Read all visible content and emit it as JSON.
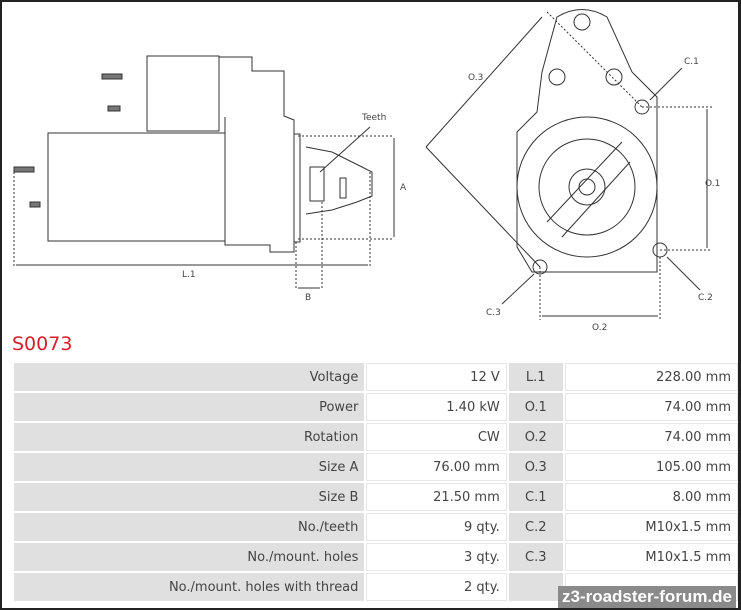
{
  "diagram": {
    "teeth": "Teeth",
    "a": "A",
    "l1": "L.1",
    "b": "B",
    "o3": "O.3",
    "c1": "C.1",
    "o1": "O.1",
    "c2": "C.2",
    "c3": "C.3",
    "o2": "O.2"
  },
  "title": "S0073",
  "rows": [
    {
      "label": "Voltage",
      "value": "12 V",
      "code": "L.1",
      "dim": "228.00 mm"
    },
    {
      "label": "Power",
      "value": "1.40 kW",
      "code": "O.1",
      "dim": "74.00 mm"
    },
    {
      "label": "Rotation",
      "value": "CW",
      "code": "O.2",
      "dim": "74.00 mm"
    },
    {
      "label": "Size A",
      "value": "76.00 mm",
      "code": "O.3",
      "dim": "105.00 mm"
    },
    {
      "label": "Size B",
      "value": "21.50 mm",
      "code": "C.1",
      "dim": "8.00 mm"
    },
    {
      "label": "No./teeth",
      "value": "9 qty.",
      "code": "C.2",
      "dim": "M10x1.5 mm"
    },
    {
      "label": "No./mount. holes",
      "value": "3 qty.",
      "code": "C.3",
      "dim": "M10x1.5 mm"
    },
    {
      "label": "No./mount. holes with thread",
      "value": "2 qty.",
      "code": "",
      "dim": ""
    }
  ],
  "watermark": "z3-roadster-forum.de"
}
